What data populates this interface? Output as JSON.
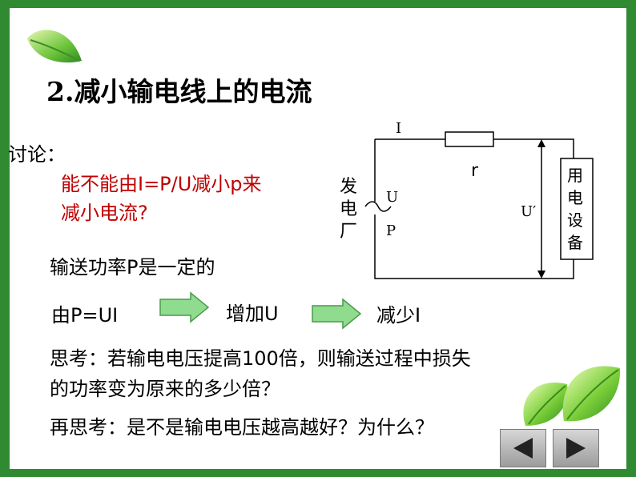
{
  "title": "2.减小输电线上的电流",
  "discussion": {
    "label": "讨论：",
    "question_line1": "能不能由I=P/U减小p来",
    "question_line2": "减小电流?"
  },
  "circuit": {
    "label_I": "I",
    "label_r": "r",
    "label_U": "U",
    "label_P": "P",
    "label_U_prime": "U′",
    "plant": [
      "发",
      "电",
      "厂"
    ],
    "device": [
      "用",
      "电",
      "设",
      "备"
    ]
  },
  "fact": "输送功率P是一定的",
  "chain": {
    "step1": "由P=UI",
    "step2": "增加U",
    "step3": "减少I"
  },
  "think1_line1": "思考：若输电电压提高100倍，则输送过程中损失",
  "think1_line2": "的功率变为原来的多少倍？",
  "think2": "再思考：是不是输电电压越高越好？为什么？",
  "nav": {
    "prev_icon": "triangle-left-icon",
    "next_icon": "triangle-right-icon"
  },
  "colors": {
    "frame": "#2f8a32",
    "question": "#c00000",
    "arrow_fill": "#8fdc8f",
    "arrow_stroke": "#4a9a4a"
  }
}
